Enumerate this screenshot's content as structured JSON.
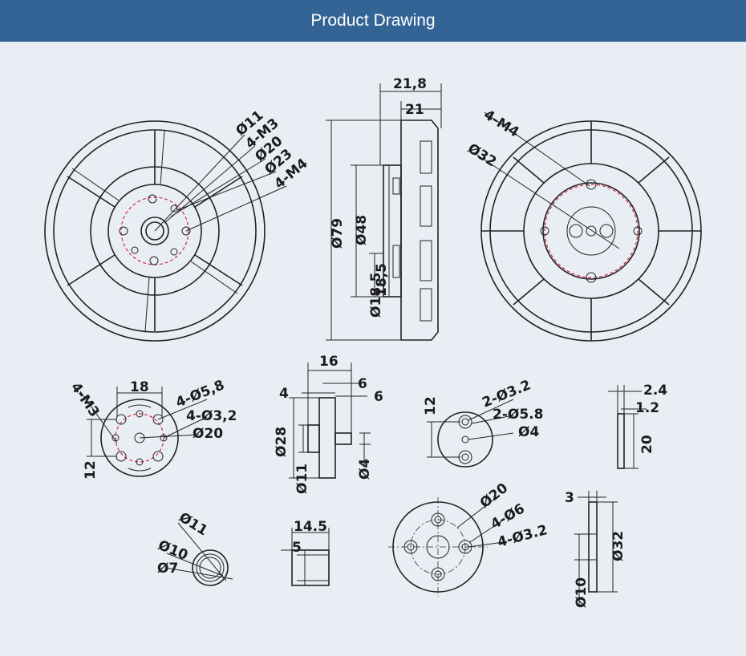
{
  "header": {
    "title": "Product Drawing"
  },
  "colors": {
    "header_bg": "#346496",
    "page_bg": "#e9eef5",
    "line": "#222222",
    "accent_red": "#d7263d"
  },
  "front_view": {
    "labels": [
      "Ø11",
      "4-M3",
      "Ø20",
      "Ø23",
      "4-M4"
    ]
  },
  "side_view": {
    "labels": [
      "21,8",
      "21",
      "Ø79",
      "Ø48",
      "18,5",
      "Ø18,5"
    ]
  },
  "back_view": {
    "labels": [
      "4-M4",
      "Ø32"
    ]
  },
  "shaft_hub": {
    "labels": [
      "18",
      "4-M3",
      "4-Ø5,8",
      "4-Ø3,2",
      "Ø20",
      "12"
    ]
  },
  "hub_side": {
    "labels": [
      "16",
      "4",
      "6",
      "6",
      "Ø28",
      "Ø11",
      "Ø4"
    ]
  },
  "collet_front": {
    "labels": [
      "12",
      "2-Ø3.2",
      "2-Ø5.8",
      "Ø4"
    ]
  },
  "washer_side": {
    "labels": [
      "2.4",
      "1.2",
      "20"
    ]
  },
  "bushing_front": {
    "labels": [
      "Ø11",
      "Ø10",
      "Ø7"
    ]
  },
  "bushing_side": {
    "labels": [
      "14.5",
      "5"
    ]
  },
  "prop_adapter_front": {
    "labels": [
      "Ø20",
      "4-Ø6",
      "4-Ø3.2"
    ]
  },
  "prop_adapter_side": {
    "labels": [
      "3",
      "Ø32",
      "Ø10"
    ]
  }
}
